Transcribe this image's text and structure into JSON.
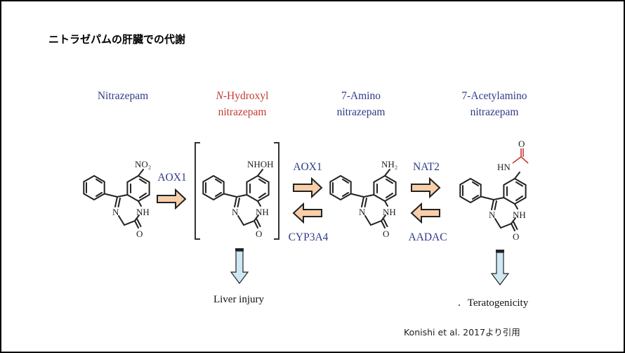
{
  "title": "ニトラゼパムの肝臓での代謝",
  "citation": "Konishi et al. 2017より引用",
  "colors": {
    "compound_label": "#2f3a86",
    "highlight": "#c4392f",
    "arrow_fill": "#f8cfa9",
    "down_arrow_fill": "#cfe8f3"
  },
  "compounds": [
    {
      "line1": "Nitrazepam",
      "line2": "",
      "substituent": "NO₂",
      "color": "blue"
    },
    {
      "line1_italic": "N",
      "line1": "-Hydroxyl",
      "line2": "nitrazepam",
      "substituent": "NHOH",
      "color": "red"
    },
    {
      "line1": "7-Amino",
      "line2": "nitrazepam",
      "substituent": "NH₂",
      "color": "blue"
    },
    {
      "line1": "7-Acetylamino",
      "line2": "nitrazepam",
      "substituent": "HN",
      "carbonyl": "O",
      "color": "blue"
    }
  ],
  "atoms": {
    "n": "N",
    "nh": "NH",
    "o": "O"
  },
  "enzymes": {
    "step1": "AOX1",
    "step2_forward": "AOX1",
    "step2_reverse": "CYP3A4",
    "step3_forward": "NAT2",
    "step3_reverse": "AADAC"
  },
  "outcomes": {
    "liver": "Liver injury",
    "terato": "Teratogenicity"
  }
}
